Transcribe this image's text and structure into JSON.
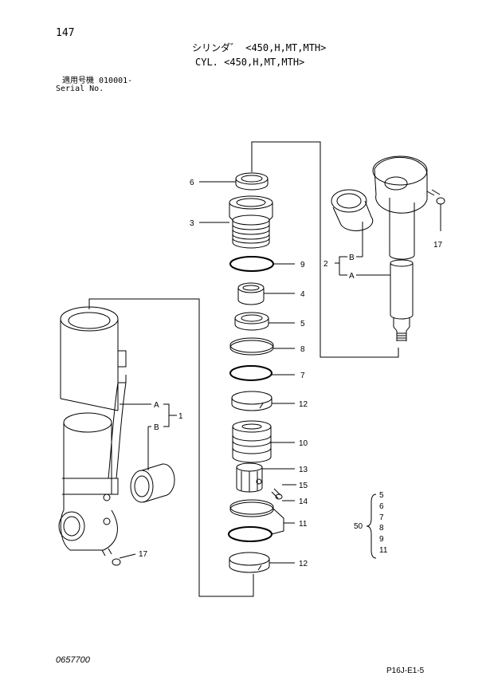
{
  "page_number": "147",
  "title_jp": "シリンダ゛ <450,H,MT,MTH>",
  "title_en": "CYL. <450,H,MT,MTH>",
  "serial_jp": "適用号機 010001-",
  "serial_en": "Serial No.",
  "drawing_number": "0657700",
  "sheet_code": "P16J-E1-5",
  "callouts": {
    "c6": "6",
    "c3": "3",
    "c9": "9",
    "c4": "4",
    "c5": "5",
    "c8": "8",
    "c7": "7",
    "c12a": "12",
    "c10": "10",
    "c13": "13",
    "c15": "15",
    "c14": "14",
    "c11": "11",
    "c12b": "12",
    "c17a": "17",
    "c17b": "17",
    "c2": "2",
    "c1": "1",
    "b_right": "B",
    "a_right": "A",
    "b_left": "B",
    "a_left": "A"
  },
  "kit": {
    "label": "50",
    "items": [
      "5",
      "6",
      "7",
      "8",
      "9",
      "11"
    ]
  }
}
